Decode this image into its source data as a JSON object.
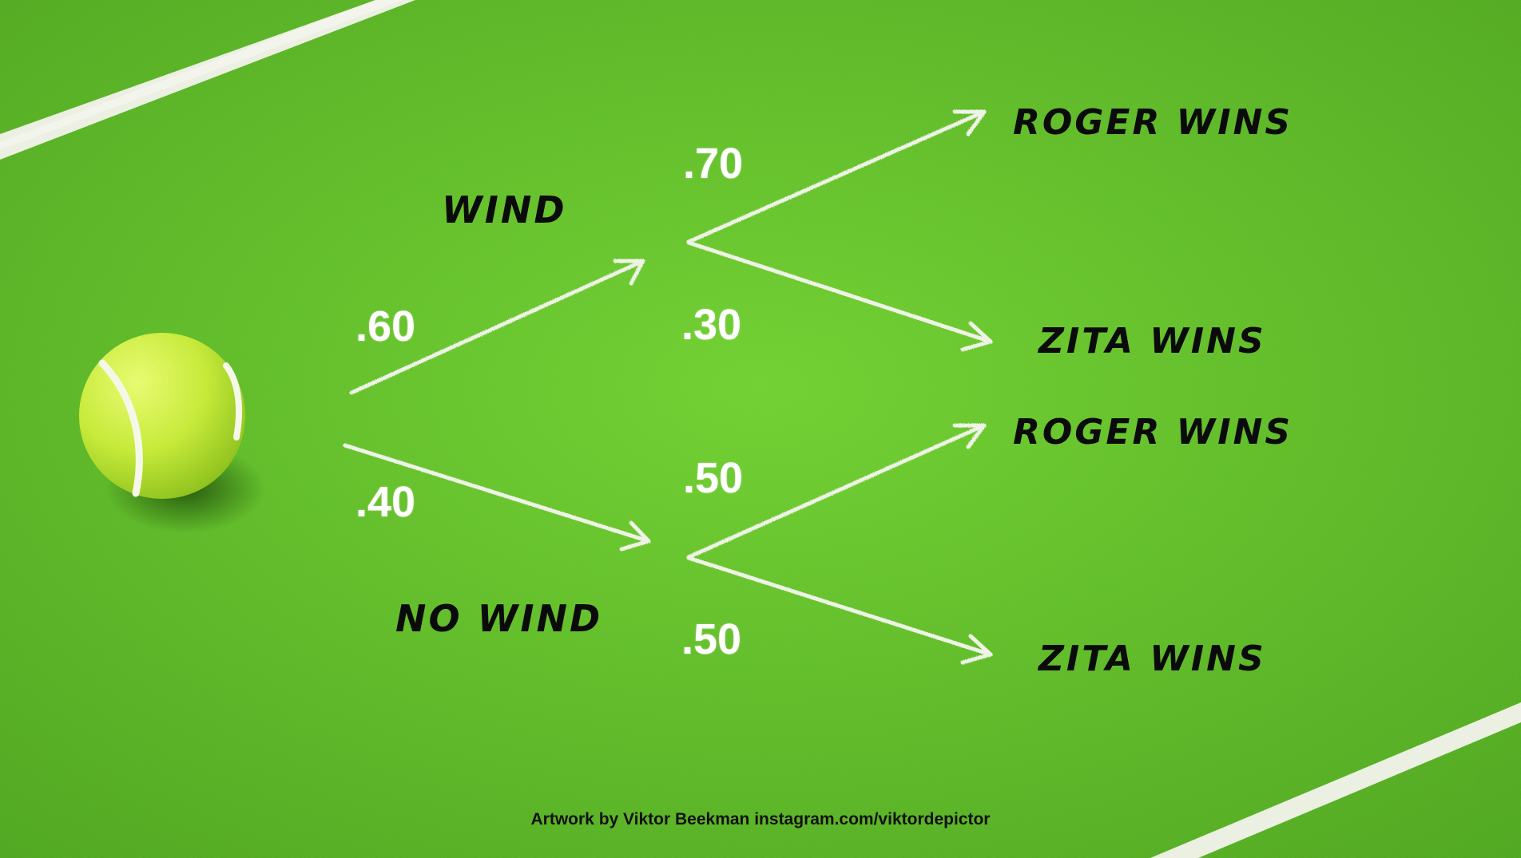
{
  "colors": {
    "grass_light": "#6ecd30",
    "grass_dark": "#4fa820",
    "chalk": "#f4f4ee",
    "ball": "#c8ec3a",
    "text": "#0b0b0b"
  },
  "root": {
    "icon": "tennis-ball-icon"
  },
  "first_branch": {
    "wind": {
      "label": "WIND",
      "probability": ".60"
    },
    "no_wind": {
      "label": "NO WIND",
      "probability": ".40"
    }
  },
  "outcomes": {
    "wind": [
      {
        "label": "ROGER WINS",
        "probability": ".70"
      },
      {
        "label": "ZITA WINS",
        "probability": ".30"
      }
    ],
    "no_wind": [
      {
        "label": "ROGER WINS",
        "probability": ".50"
      },
      {
        "label": "ZITA WINS",
        "probability": ".50"
      }
    ]
  },
  "credit": "Artwork by Viktor Beekman instagram.com/viktordepictor"
}
